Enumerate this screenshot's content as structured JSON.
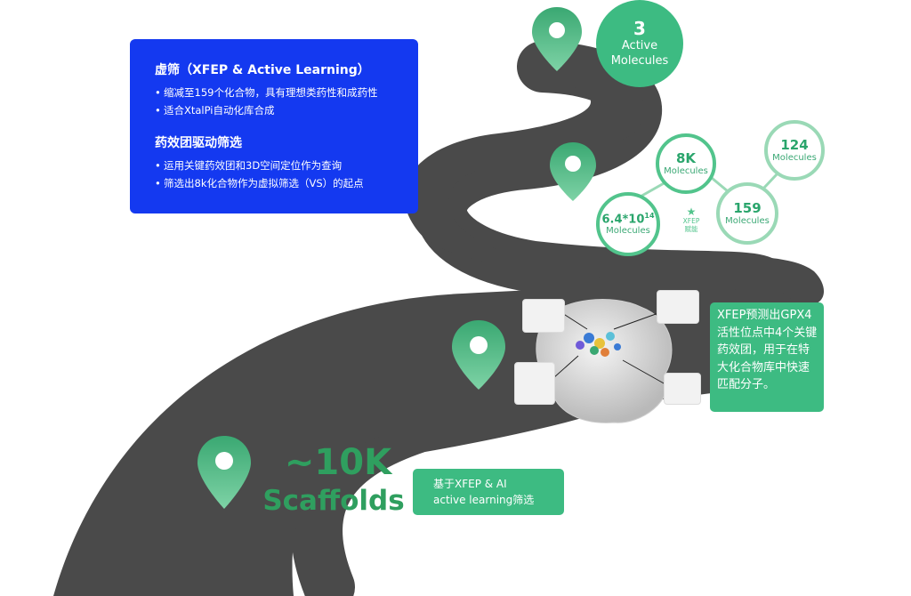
{
  "blue_panel": {
    "heading1": "虚筛（XFEP & Active Learning）",
    "bullets1": [
      "缩减至159个化合物，具有理想类药性和成药性",
      "适合XtalPi自动化库合成"
    ],
    "heading2": "药效团驱动筛选",
    "bullets2": [
      "运用关键药效团和3D空间定位作为查询",
      "筛选出8k化合物作为虚拟筛选（VS）的起点"
    ]
  },
  "milestones": {
    "active": {
      "value": "3",
      "label1": "Active",
      "label2": "Molecules"
    },
    "c8k": {
      "value": "8K",
      "label": "Molecules"
    },
    "c124": {
      "value": "124",
      "label": "Molecules"
    },
    "c159": {
      "value": "159",
      "label": "Molecules"
    },
    "c64": {
      "value": "6.4*10",
      "exp": "14",
      "label": "Molecules"
    }
  },
  "xfep_badge": {
    "line1": "XFEP",
    "line2": "赋能"
  },
  "pharmacophore_note": "XFEP预测出GPX4活性位点中4个关键药效团，用于在特大化合物库中快速匹配分子。",
  "scaffolds": {
    "count": "~10K",
    "label": "Scaffolds"
  },
  "screen_note": {
    "line1": "基于XFEP & AI",
    "line2": "active learning筛选"
  },
  "colors": {
    "road": "#4a4a4a",
    "green": "#3dbb82",
    "blue": "#1439f0",
    "pin": "#43b77a"
  }
}
